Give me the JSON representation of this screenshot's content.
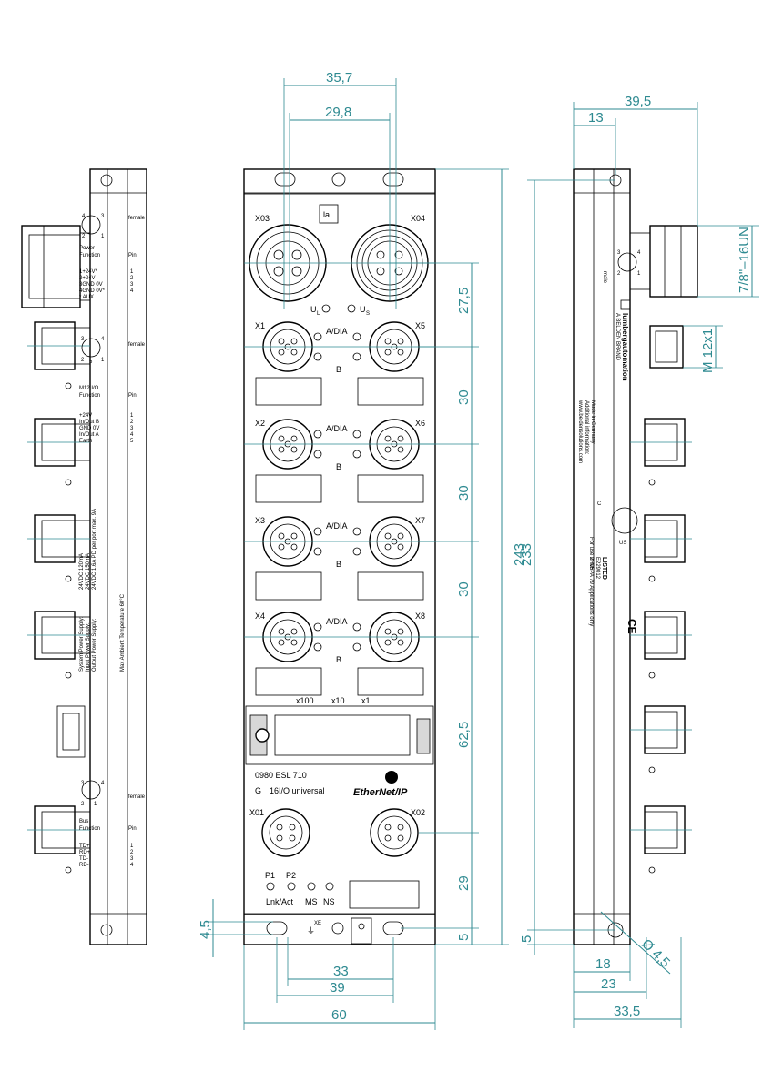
{
  "product": {
    "part_number": "0980 ESL 710",
    "type_label": "16I/O universal",
    "protocol_logo": "EtherNet/IP",
    "brand_logo_text": "la"
  },
  "front": {
    "ports": {
      "x03": "X03",
      "x04": "X04",
      "x1": "X1",
      "x2": "X2",
      "x3": "X3",
      "x4": "X4",
      "x5": "X5",
      "x6": "X6",
      "x7": "X7",
      "x8": "X8",
      "x01": "X01",
      "x02": "X02"
    },
    "led_labels": {
      "ul": "U",
      "ul_sub": "L",
      "us": "U",
      "us_sub": "S",
      "a_dia": "A/DIA",
      "b": "B"
    },
    "rotary_labels": [
      "x100",
      "x10",
      "x1"
    ],
    "bus_leds": {
      "p1": "P1",
      "p2": "P2",
      "lnk": "Lnk/Act",
      "ms": "MS",
      "ns": "NS"
    },
    "earth_label": "XE"
  },
  "left_side": {
    "power": {
      "type": "female",
      "title": "Power",
      "function": "Function",
      "pin": "Pin",
      "pins_small": [
        "4",
        "3",
        "2",
        "1"
      ],
      "rows": [
        {
          "func": "1+24V*",
          "pin": "1"
        },
        {
          "func": "2+24V",
          "pin": "2"
        },
        {
          "func": "3GND 0V",
          "pin": "3"
        },
        {
          "func": "4GND 0V*",
          "pin": "4"
        },
        {
          "func": "* AUX",
          "pin": ""
        }
      ]
    },
    "io": {
      "type": "female",
      "title": "M12 I/O",
      "function": "Function",
      "pin": "Pin",
      "pins_small": [
        "3",
        "4",
        "2",
        "5",
        "1"
      ],
      "rows": [
        {
          "func": "+24V",
          "pin": "1"
        },
        {
          "func": "In/Out B",
          "pin": "2"
        },
        {
          "func": "GND 0V",
          "pin": "3"
        },
        {
          "func": "In/Out A",
          "pin": "4"
        },
        {
          "func": "Earth",
          "pin": "5"
        }
      ]
    },
    "supply_text": [
      "System Power Supply:",
      "Input Power Supply:",
      "Output Power Supply:",
      "24VDC 120mA",
      "24VDC 150mA",
      "24VDC 1.6A PD per port max. 9A"
    ],
    "temperature": "Max Ambient Temperature 60°C",
    "bus": {
      "type": "female",
      "title": "Bus",
      "function": "Function",
      "pin": "Pin",
      "pins_small": [
        "2",
        "1",
        "3",
        "4"
      ],
      "rows": [
        {
          "func": "TD+",
          "pin": "1"
        },
        {
          "func": "RD+",
          "pin": "2"
        },
        {
          "func": "TD-",
          "pin": "3"
        },
        {
          "func": "RD-",
          "pin": "4"
        }
      ]
    }
  },
  "right_side": {
    "type": "male",
    "pins_small": [
      "3",
      "4",
      "2",
      "1"
    ],
    "brand": "lumbergautomation",
    "brand_sub": "A BELDEN BRAND",
    "made_in": "Made in Germany",
    "additional": "Additional information:",
    "url": "www.beldensolutions.com",
    "listed": "LISTED",
    "listed_code": "E229012",
    "listed_code2": "2H05",
    "nfpa": "For use in NFPA 79 Applications only",
    "ul_c": "C",
    "ul_us": "US",
    "ce": "CE",
    "thread_78": "7/8\"–16UN",
    "thread_m12": "M 12x1"
  },
  "dimensions": {
    "top_35_7": "35,7",
    "top_29_8": "29,8",
    "right_27_5": "27,5",
    "right_30a": "30",
    "right_30b": "30",
    "right_30c": "30",
    "right_62_5": "62,5",
    "right_29": "29",
    "right_5": "5",
    "height_243": "243",
    "height_233": "233",
    "left_4_5": "4,5",
    "bottom_33": "33",
    "bottom_39": "39",
    "bottom_60": "60",
    "side_39_5": "39,5",
    "side_13": "13",
    "side_5": "5",
    "side_18": "18",
    "side_23": "23",
    "side_33_5": "33,5",
    "hole_4_5": "Ø 4,5"
  }
}
